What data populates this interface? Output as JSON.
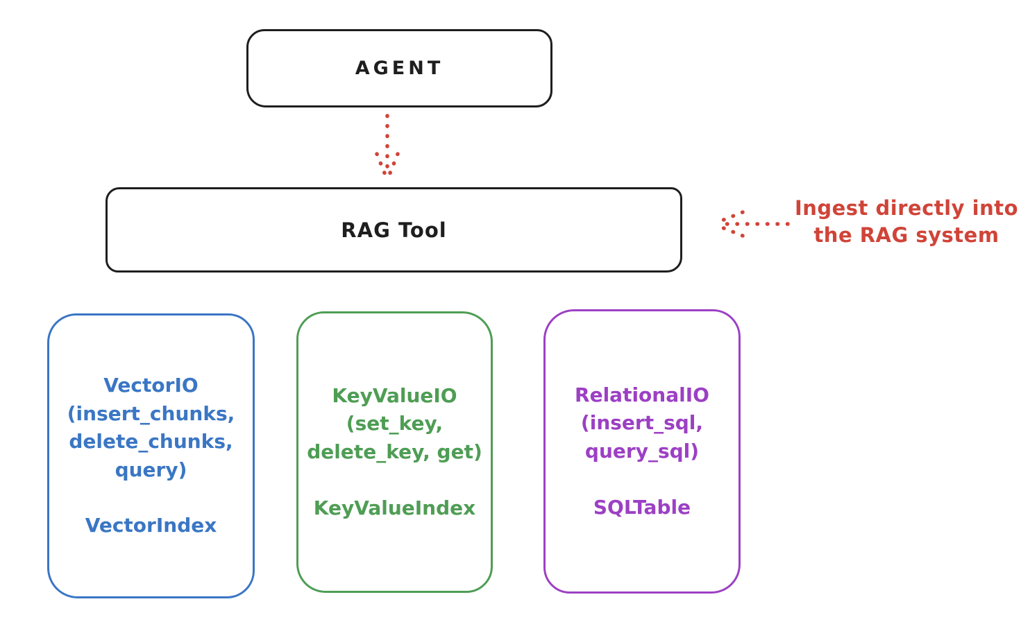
{
  "colors": {
    "ink": "#1e1e1e",
    "red": "#d04438",
    "blue": "#3a76c4",
    "green": "#4e9d54",
    "purple": "#9c40c4",
    "background": "#ffffff"
  },
  "agent_box": {
    "label": "AGENT"
  },
  "rag_tool_box": {
    "label": "RAG Tool"
  },
  "annotation": {
    "text": "Ingest directly into\nthe RAG system"
  },
  "storage_boxes": [
    {
      "name": "vector-io",
      "color": "#3a76c4",
      "api_text": "VectorIO\n(insert_chunks,\ndelete_chunks,\nquery)",
      "index_text": "VectorIndex"
    },
    {
      "name": "key-value-io",
      "color": "#4e9d54",
      "api_text": "KeyValueIO\n(set_key,\ndelete_key, get)",
      "index_text": "KeyValueIndex"
    },
    {
      "name": "relational-io",
      "color": "#9c40c4",
      "api_text": "RelationalIO\n(insert_sql,\nquery_sql)",
      "index_text": "SQLTable"
    }
  ]
}
